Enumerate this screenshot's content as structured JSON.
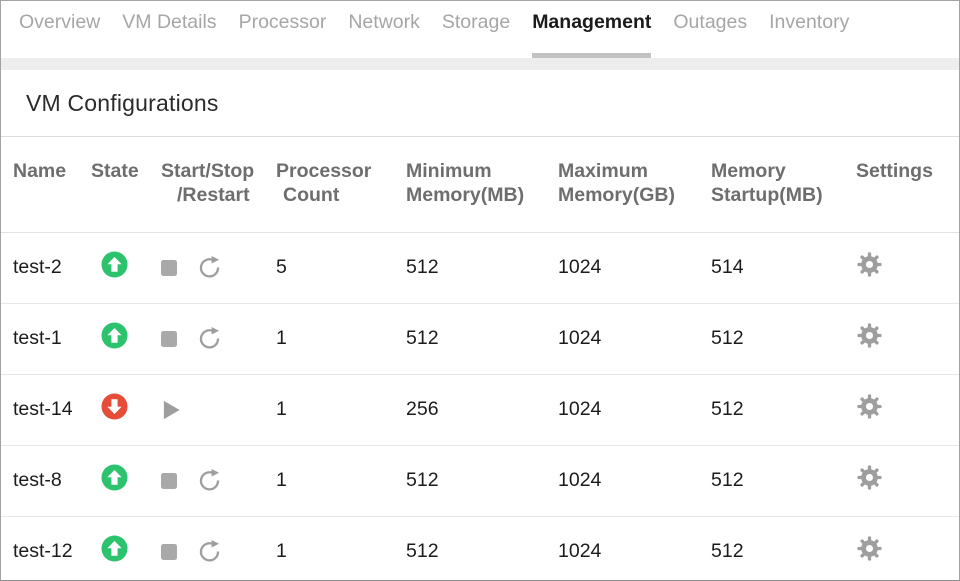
{
  "tabs": [
    {
      "label": "Overview",
      "active": false
    },
    {
      "label": "VM Details",
      "active": false
    },
    {
      "label": "Processor",
      "active": false
    },
    {
      "label": "Network",
      "active": false
    },
    {
      "label": "Storage",
      "active": false
    },
    {
      "label": "Management",
      "active": true
    },
    {
      "label": "Outages",
      "active": false
    },
    {
      "label": "Inventory",
      "active": false
    }
  ],
  "panel": {
    "title": "VM Configurations"
  },
  "table": {
    "columns": [
      {
        "id": "name",
        "lines": [
          "Name"
        ]
      },
      {
        "id": "state",
        "lines": [
          "State"
        ]
      },
      {
        "id": "actions",
        "lines": [
          "Start/Stop",
          "/Restart"
        ]
      },
      {
        "id": "processor",
        "lines": [
          "Processor",
          "Count"
        ]
      },
      {
        "id": "min_memory",
        "lines": [
          "Minimum",
          "Memory(MB)"
        ]
      },
      {
        "id": "max_memory",
        "lines": [
          "Maximum",
          "Memory(GB)"
        ]
      },
      {
        "id": "memory_startup",
        "lines": [
          "Memory",
          "Startup(MB)"
        ]
      },
      {
        "id": "settings",
        "lines": [
          "Settings"
        ]
      }
    ],
    "rows": [
      {
        "name": "test-2",
        "state": "up",
        "actions": [
          "stop",
          "restart"
        ],
        "processor_count": "5",
        "min_memory_mb": "512",
        "max_memory_gb": "1024",
        "memory_startup_mb": "514"
      },
      {
        "name": "test-1",
        "state": "up",
        "actions": [
          "stop",
          "restart"
        ],
        "processor_count": "1",
        "min_memory_mb": "512",
        "max_memory_gb": "1024",
        "memory_startup_mb": "512"
      },
      {
        "name": "test-14",
        "state": "down",
        "actions": [
          "start"
        ],
        "processor_count": "1",
        "min_memory_mb": "256",
        "max_memory_gb": "1024",
        "memory_startup_mb": "512"
      },
      {
        "name": "test-8",
        "state": "up",
        "actions": [
          "stop",
          "restart"
        ],
        "processor_count": "1",
        "min_memory_mb": "512",
        "max_memory_gb": "1024",
        "memory_startup_mb": "512"
      },
      {
        "name": "test-12",
        "state": "up",
        "actions": [
          "stop",
          "restart"
        ],
        "processor_count": "1",
        "min_memory_mb": "512",
        "max_memory_gb": "1024",
        "memory_startup_mb": "512"
      }
    ]
  },
  "icons": {
    "state_up": "up-arrow-circle",
    "state_down": "down-arrow-circle",
    "stop": "stop-square",
    "restart": "restart-arrow",
    "start": "play-triangle",
    "settings": "gear"
  },
  "colors": {
    "state_up": "#2dc36e",
    "state_down": "#e54d39",
    "icon_gray": "#9e9e9e",
    "stop_gray": "#a9a9a9",
    "active_tab_underline": "#c2c2c2"
  }
}
